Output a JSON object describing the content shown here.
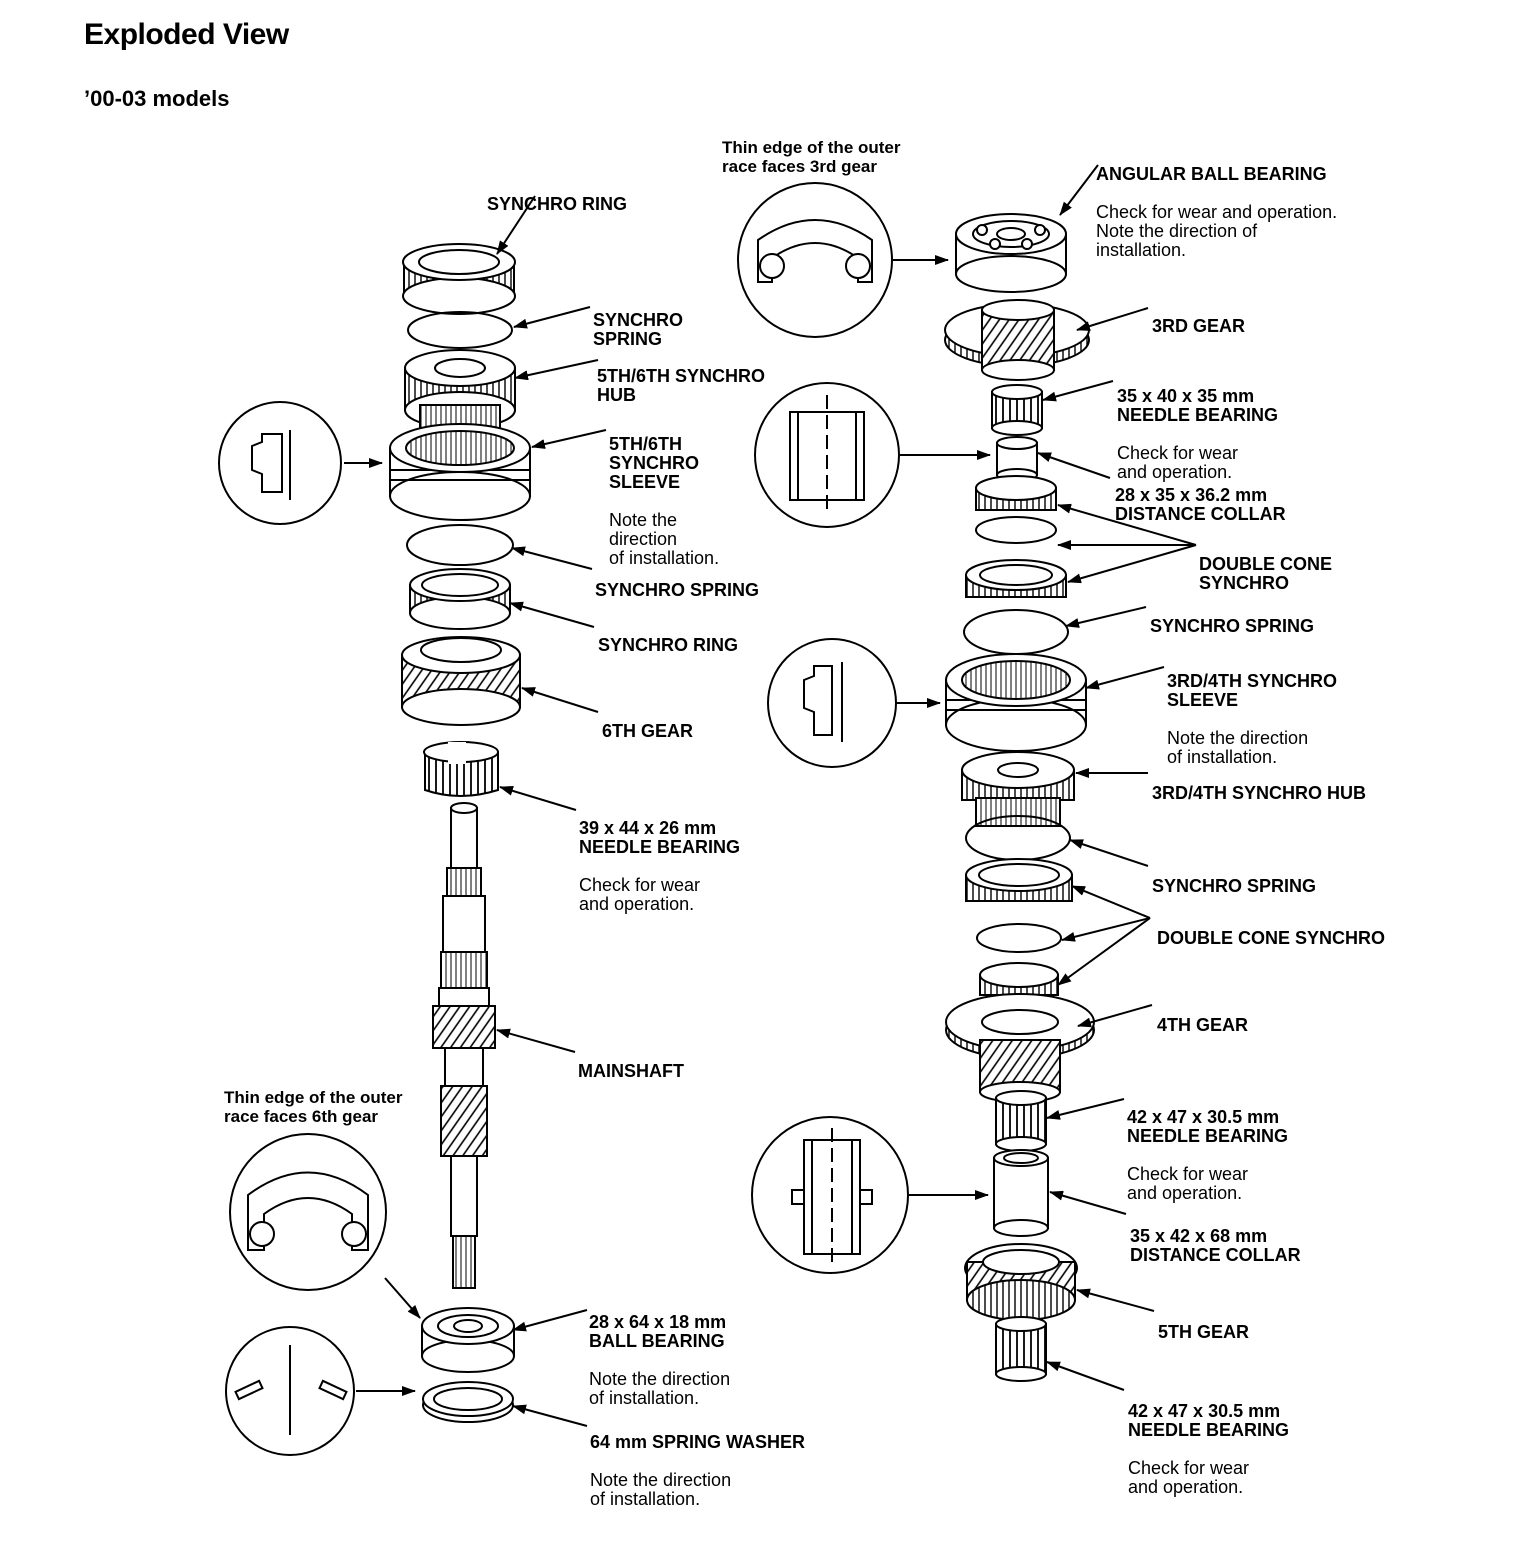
{
  "page": {
    "title": "Exploded View",
    "subtitle": "’00-03 models"
  },
  "notes": {
    "thin_edge_3rd": "Thin edge of the outer\nrace faces 3rd gear",
    "thin_edge_6th": "Thin edge of the outer\nrace faces 6th gear"
  },
  "labels": {
    "synchro_ring_top": {
      "heading": "SYNCHRO RING",
      "note": ""
    },
    "synchro_spring_1": {
      "heading": "SYNCHRO\nSPRING",
      "note": ""
    },
    "hub_56": {
      "heading": "5TH/6TH SYNCHRO\nHUB",
      "note": ""
    },
    "sleeve_56": {
      "heading": "5TH/6TH\nSYNCHRO\nSLEEVE",
      "note": "Note the\ndirection\nof installation."
    },
    "synchro_spring_2": {
      "heading": "SYNCHRO SPRING",
      "note": ""
    },
    "synchro_ring_2": {
      "heading": "SYNCHRO RING",
      "note": ""
    },
    "gear_6": {
      "heading": "6TH GEAR",
      "note": ""
    },
    "needle_39": {
      "heading": "39 x 44 x 26 mm\nNEEDLE BEARING",
      "note": "Check for wear\nand operation."
    },
    "mainshaft": {
      "heading": "MAINSHAFT",
      "note": ""
    },
    "ball_28": {
      "heading": "28 x 64 x 18 mm\nBALL BEARING",
      "note": "Note the direction\nof installation."
    },
    "washer_64": {
      "heading": "64 mm SPRING WASHER",
      "note": "Note the direction\nof installation."
    },
    "angular": {
      "heading": "ANGULAR BALL BEARING",
      "note": "Check for wear and operation.\nNote the direction of\ninstallation."
    },
    "gear_3": {
      "heading": "3RD GEAR",
      "note": ""
    },
    "needle_35": {
      "heading": "35 x 40 x 35 mm\nNEEDLE BEARING",
      "note": "Check for wear\nand operation."
    },
    "collar_28": {
      "heading": "28 x 35 x 36.2 mm\nDISTANCE COLLAR",
      "note": ""
    },
    "dcs_1": {
      "heading": "DOUBLE CONE\nSYNCHRO",
      "note": ""
    },
    "synchro_spring_3": {
      "heading": "SYNCHRO SPRING",
      "note": ""
    },
    "sleeve_34": {
      "heading": "3RD/4TH SYNCHRO\nSLEEVE",
      "note": "Note the direction\nof installation."
    },
    "hub_34": {
      "heading": "3RD/4TH SYNCHRO HUB",
      "note": ""
    },
    "synchro_spring_4": {
      "heading": "SYNCHRO SPRING",
      "note": ""
    },
    "dcs_2": {
      "heading": "DOUBLE CONE SYNCHRO",
      "note": ""
    },
    "gear_4": {
      "heading": "4TH GEAR",
      "note": ""
    },
    "needle_42a": {
      "heading": "42 x 47 x 30.5 mm\nNEEDLE BEARING",
      "note": "Check for wear\nand operation."
    },
    "collar_35": {
      "heading": "35 x 42 x 68 mm\nDISTANCE COLLAR",
      "note": ""
    },
    "gear_5": {
      "heading": "5TH GEAR",
      "note": ""
    },
    "needle_42b": {
      "heading": "42 x 47 x 30.5 mm\nNEEDLE BEARING",
      "note": "Check for wear\nand operation."
    }
  }
}
